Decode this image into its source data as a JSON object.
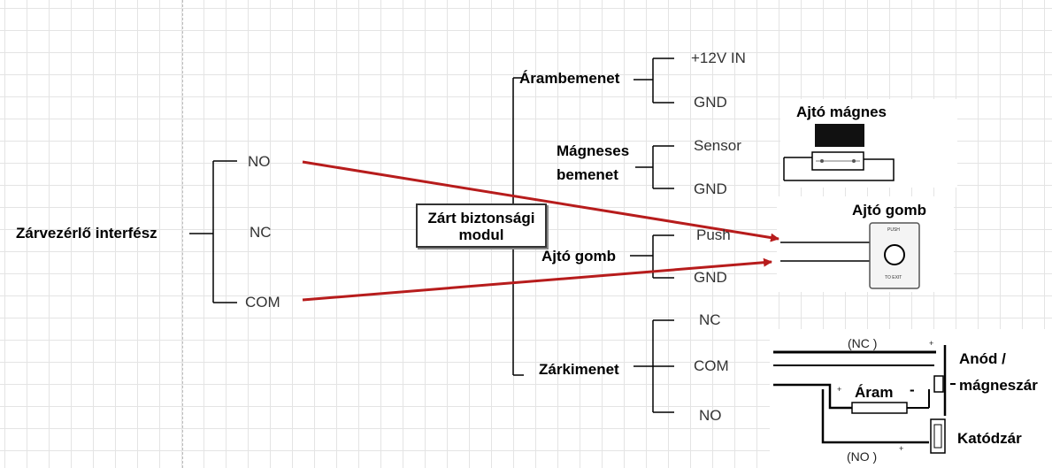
{
  "left_group": {
    "title": "Zárvezérlő interfész",
    "pins": [
      "NO",
      "NC",
      "COM"
    ]
  },
  "module": {
    "line1": "Zárt biztonsági",
    "line2": "modul"
  },
  "power_input": {
    "label": "Árambemenet",
    "pins": [
      "+12V IN",
      "GND"
    ]
  },
  "magnetic_input": {
    "label_line1": "Mágneses",
    "label_line2": "bemenet",
    "pins": [
      "Sensor",
      "GND"
    ]
  },
  "door_button": {
    "label": "Ajtó gomb",
    "pins": [
      "Push",
      "GND"
    ]
  },
  "lock_output": {
    "label": "Zárkimenet",
    "pins": [
      "NC",
      "COM",
      "NO"
    ]
  },
  "devices": {
    "door_magnet": "Ajtó mágnes",
    "door_button": "Ajtó gomb",
    "door_button_face_top": "PUSH",
    "door_button_face_bottom": "TO EXIT",
    "lock_nc": "(NC )",
    "lock_no": "(NO )",
    "lock_current": "Áram",
    "lock_minus": "-",
    "lock_plus": "+",
    "anode_line1": "Anód /",
    "anode_line2": "mágneszár",
    "cathode": "Katódzár"
  },
  "colors": {
    "arrow": "#b71c1c",
    "line": "#000000"
  }
}
